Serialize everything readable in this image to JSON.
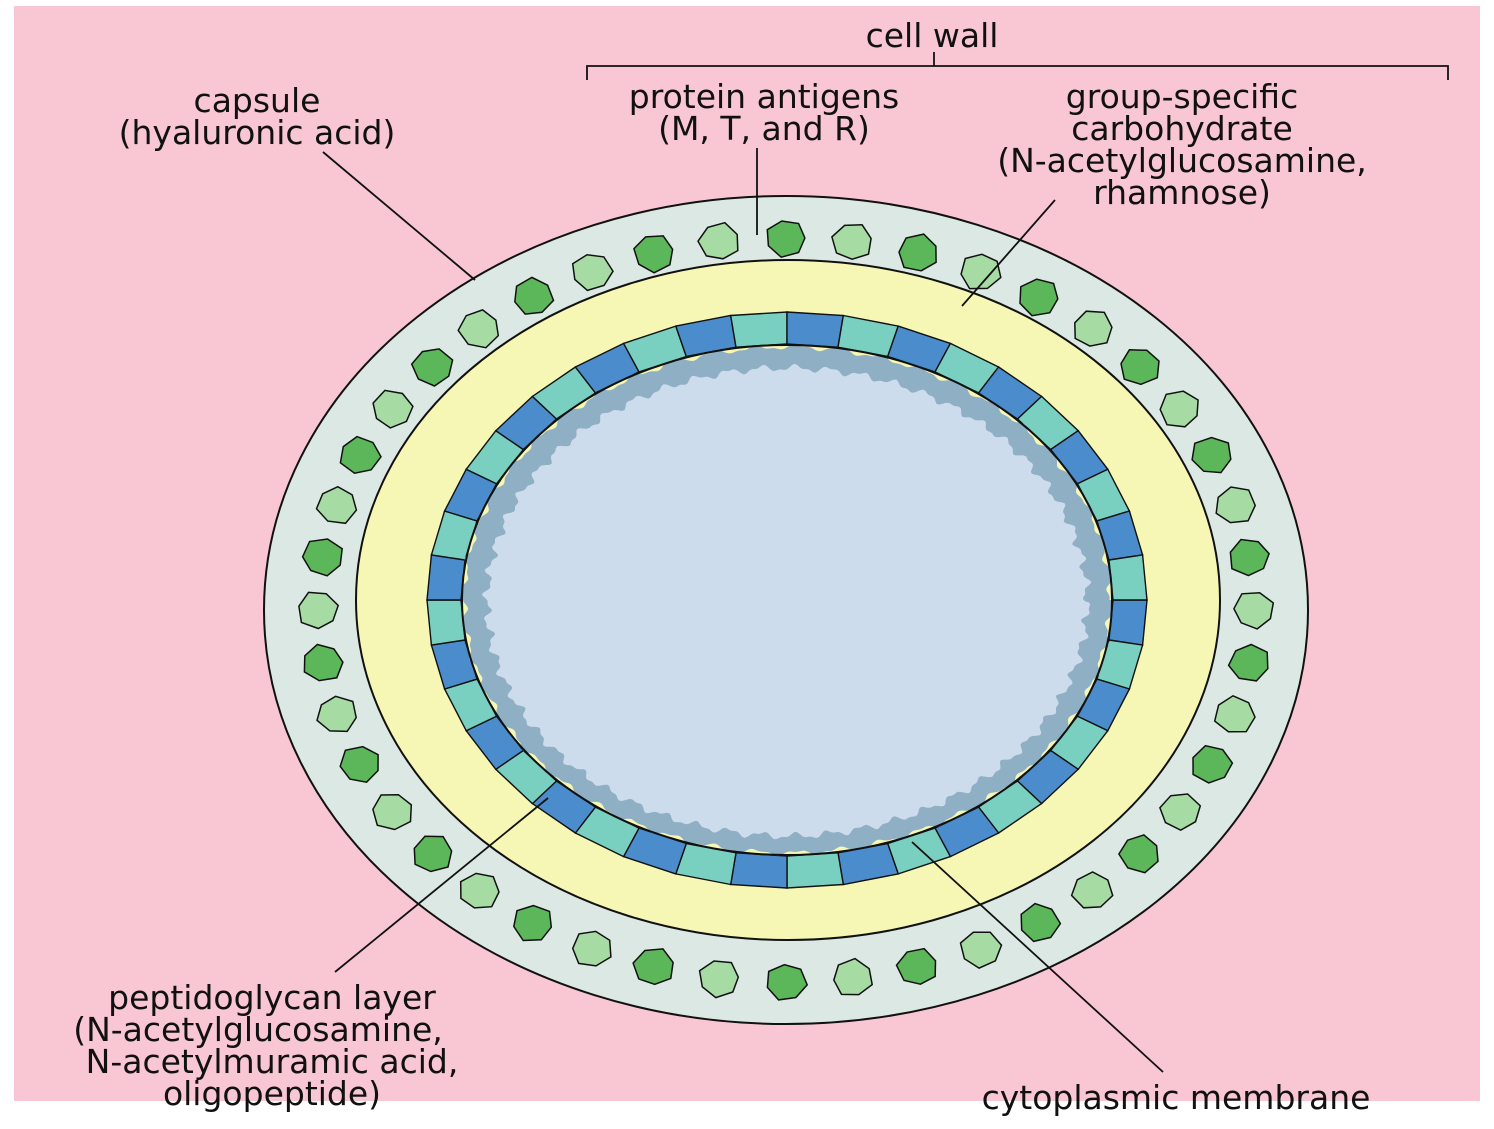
{
  "colors": {
    "background": "#f9c7d4",
    "capsule": "#dbe8e4",
    "carbohydrate_ring": "#f6f7b4",
    "peptidoglycan_dark": "#4b8ccc",
    "peptidoglycan_light": "#79cfc0",
    "membrane": "#8fb0c4",
    "cytoplasm": "#cddcec",
    "antigen_dark": "#5cb65a",
    "antigen_light": "#a6dba4",
    "line": "#111111"
  },
  "labels": {
    "cell_wall": "cell wall",
    "capsule": [
      "capsule",
      "(hyaluronic acid)"
    ],
    "protein_antigens": [
      "protein antigens",
      "(M, T, and R)"
    ],
    "group_carbohydrate": [
      "group-specific",
      "carbohydrate",
      "(N-acetylglucosamine,",
      "rhamnose)"
    ],
    "peptidoglycan": [
      "peptidoglycan layer",
      "(N-acetylglucosamine,",
      "N-acetylmuramic acid,",
      "oligopeptide)"
    ],
    "cytoplasmic_membrane": "cytoplasmic membrane"
  },
  "icons": {
    "protein_antigen": "protein-antigen-icon",
    "peptidoglycan_block": "peptidoglycan-block-icon"
  }
}
